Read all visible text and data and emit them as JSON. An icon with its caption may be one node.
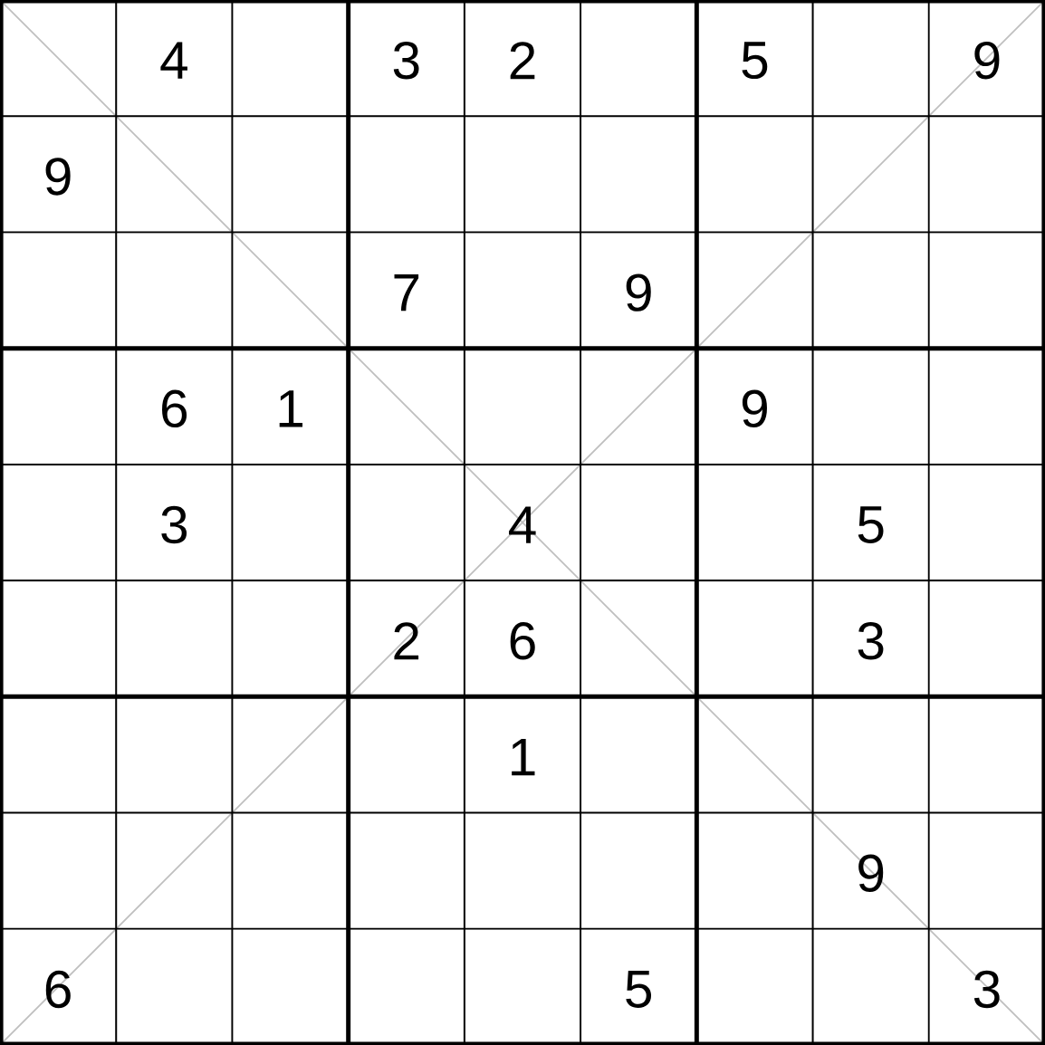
{
  "diagram": {
    "labels": [
      "4",
      "3",
      "2",
      "5",
      "9",
      "9",
      "7",
      "9",
      "6",
      "1",
      "9",
      "3",
      "4",
      "5",
      "2",
      "6",
      "3",
      "1",
      "9",
      "6",
      "5",
      "3"
    ]
  }
}
